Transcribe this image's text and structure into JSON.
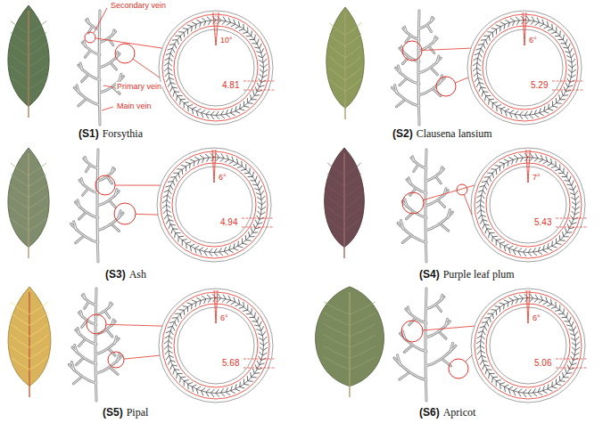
{
  "diagram": {
    "labels": [
      "Secondary vein",
      "Primary vein",
      "Main vein",
      "10°",
      "4.81",
      "(S1)",
      "Forsythia",
      "6°",
      "5.29",
      "(S2)",
      "Clausena lansium",
      "6°",
      "4.94",
      "(S3)",
      "Ash",
      "7°",
      "5.43",
      "(S4)",
      "Purple leaf plum",
      "6°",
      "5.68",
      "(S5)",
      "Pipal",
      "6°",
      "5.06",
      "(S6)",
      "Apricot"
    ]
  }
}
